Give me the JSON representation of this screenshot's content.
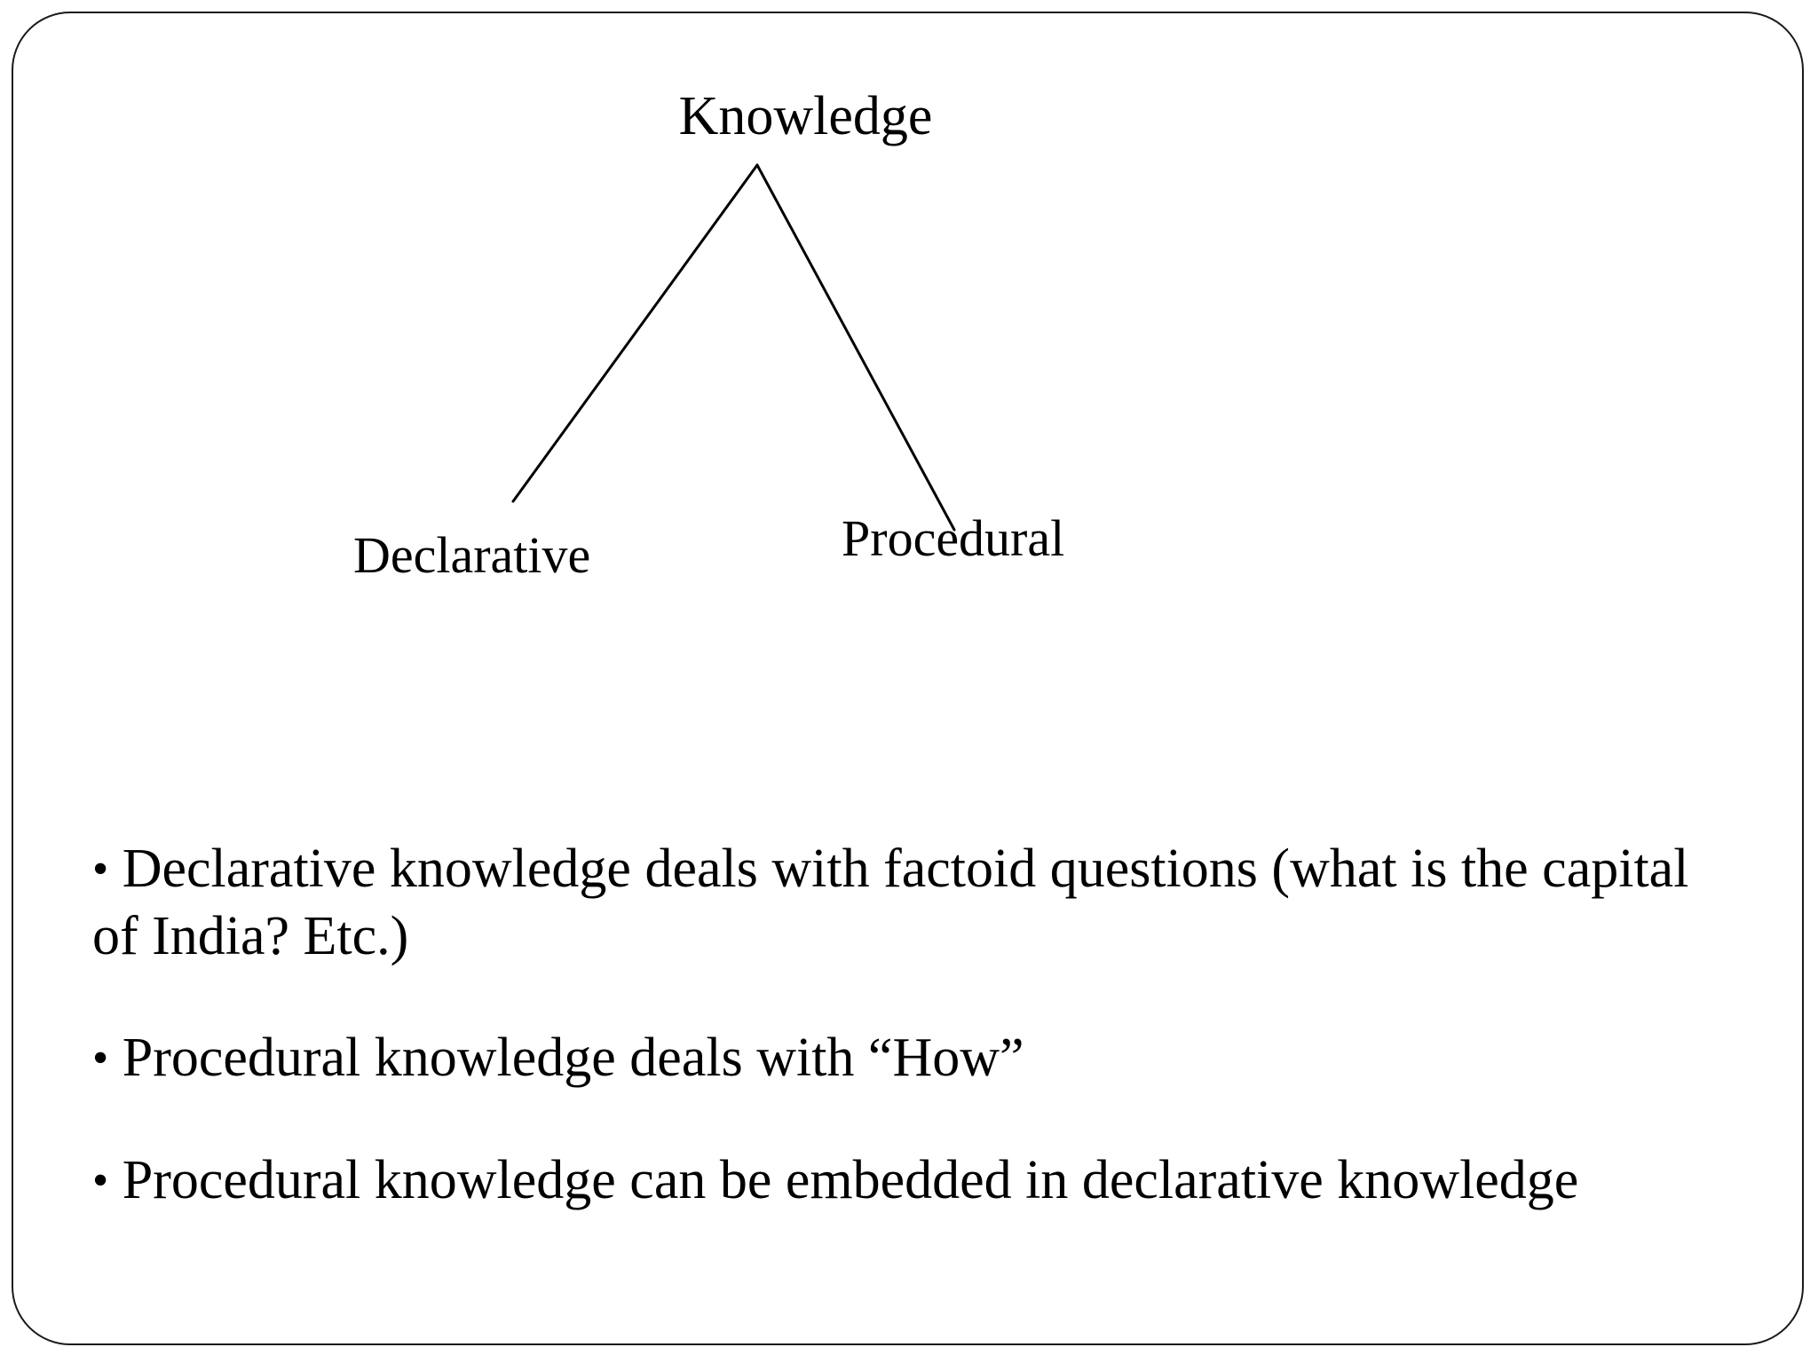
{
  "slide": {
    "background_color": "#ffffff",
    "border_color": "#1a1a1a",
    "text_color": "#000000"
  },
  "diagram": {
    "type": "tree",
    "root": {
      "label": "Knowledge"
    },
    "children": [
      {
        "label": "Declarative"
      },
      {
        "label": "Procedural"
      }
    ],
    "connectors": [
      {
        "from": "Knowledge",
        "to": "Declarative"
      },
      {
        "from": "Knowledge",
        "to": "Procedural"
      }
    ]
  },
  "bullets": [
    {
      "mark": "•",
      "text": "Declarative knowledge deals with factoid questions (what is the capital of India? Etc.)"
    },
    {
      "mark": "•",
      "text": "Procedural knowledge deals with “How”"
    },
    {
      "mark": "•",
      "text": "Procedural knowledge can be embedded in declarative knowledge"
    }
  ]
}
